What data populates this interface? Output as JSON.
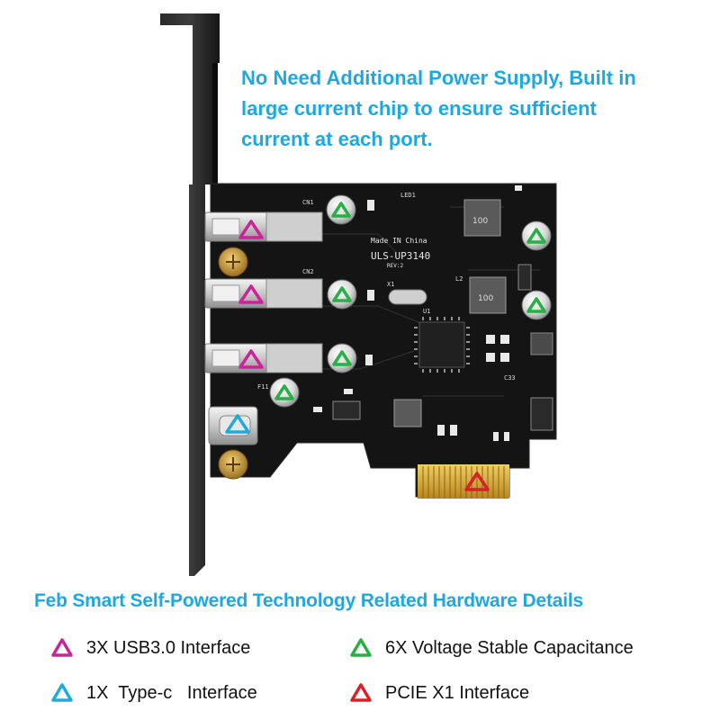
{
  "headline": {
    "lines": [
      "No Need Additional  Power Supply, Built in",
      "large current chip to ensure sufficient",
      "current at each port."
    ]
  },
  "board": {
    "model": "ULS-UP3140",
    "rev": "REV:2",
    "made_in": "Made IN China",
    "chip_label": "X1"
  },
  "section_title": "Feb Smart Self-Powered Technology Related Hardware Details",
  "legend": [
    {
      "label": "3X USB3.0 Interface",
      "color": "#c9259a",
      "icon": "magenta-triangle-icon"
    },
    {
      "label": "6X Voltage Stable Capacitance",
      "color": "#26b046",
      "icon": "green-triangle-icon"
    },
    {
      "label": "1X  Type-c   Interface",
      "color": "#22a9d8",
      "icon": "cyan-triangle-icon"
    },
    {
      "label": "PCIE X1 Interface",
      "color": "#d8202a",
      "icon": "red-triangle-icon"
    }
  ],
  "colors": {
    "accent_text": "#1fa8e0",
    "pcb": "#161616",
    "bracket": "#1b1b1b",
    "gold": "#d2a531"
  }
}
